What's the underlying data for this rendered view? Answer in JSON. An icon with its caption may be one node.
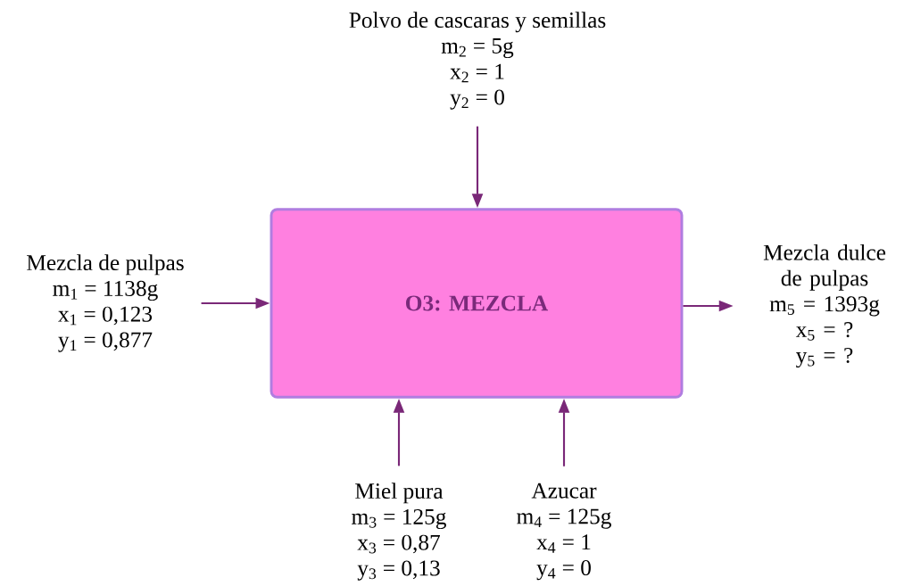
{
  "diagram": {
    "nodes": [
      {
        "text": [
          "O3: MEZCLA"
        ]
      },
      {
        "text": [
          "Mezcla de pulpas",
          "m$_{1}$ = 1138g",
          "x$_{1}$ = 0,123",
          "y$_{1}$ = 0,877"
        ]
      },
      {
        "text": [
          "Polvo de cascaras y semillas",
          "m$_{2}$ = 5g",
          "x$_{2}$ = 1",
          "y$_{2}$ = 0"
        ]
      },
      {
        "text": [
          "Miel pura",
          "m$_{3}$ = 125g",
          "x$_{3}$ = 0,87",
          "y$_{3}$ = 0,13"
        ]
      },
      {
        "text": [
          "Azucar",
          "m$_{4}$ = 125g",
          "x$_{4}$ = 1",
          "y$_{4}$ = 0"
        ]
      },
      {
        "text": [
          "Mezcla dulce de pulpas",
          "m$_{5}$ = 1393g",
          "x$_{5}$ = ?",
          "y$_{5}$ = ?"
        ]
      }
    ],
    "edges": [
      {
        "from": 1,
        "to": 0,
        "arrow": "to"
      },
      {
        "from": 2,
        "to": 0,
        "arrow": "to"
      },
      {
        "from": 3,
        "to": 0,
        "arrow": "to"
      },
      {
        "from": 4,
        "to": 0,
        "arrow": "to"
      },
      {
        "from": 0,
        "to": 5,
        "arrow": "to"
      }
    ]
  }
}
